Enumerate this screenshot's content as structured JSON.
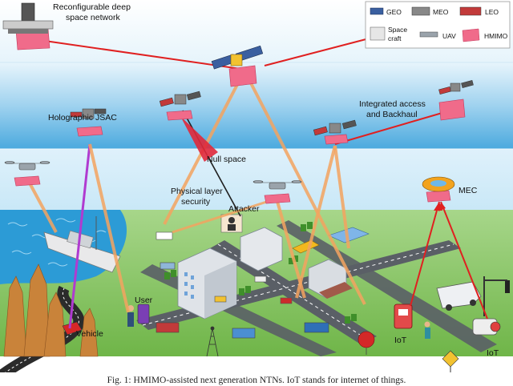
{
  "top_label_line1": "Reconfigurable deep",
  "top_label_line2": "space network",
  "legend": {
    "geo": "GEO",
    "meo": "MEO",
    "leo": "LEO",
    "spacecraft_line1": "Space",
    "spacecraft_line2": "craft",
    "uav": "UAV",
    "hmimo": "HMIMO"
  },
  "labels": {
    "holographic_jsac": "Holographic JSAC",
    "integrated_access_line1": "Integrated access",
    "integrated_access_line2": "and Backhaul",
    "null_space": "Null space",
    "phy_security_line1": "Physical layer",
    "phy_security_line2": "security",
    "attacker": "Attacker",
    "mec": "MEC",
    "user": "User",
    "vehicle": "Vehicle",
    "iot_left": "IoT",
    "iot_right": "IoT"
  },
  "caption": "Fig. 1: HMIMO-assisted next generation NTNs. IoT stands for internet of things.",
  "colors": {
    "beam_orange": "#f4a460",
    "beam_purple": "#b03bd0",
    "beam_red": "#e02020",
    "hmimo_pink": "#f06b8a",
    "sky_top": "#dff1fb",
    "sky_bottom": "#3aa0d8",
    "ground": "#8ec95a",
    "sea": "#2c9bd6"
  }
}
